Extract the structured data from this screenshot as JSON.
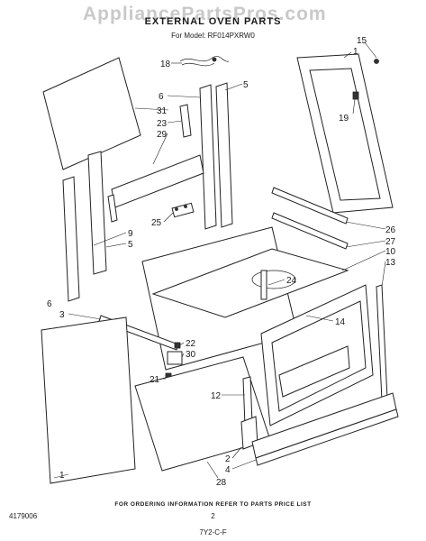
{
  "watermark": "AppliancePartsPros.com",
  "header": {
    "title": "EXTERNAL OVEN PARTS",
    "model": "For Model: RF014PXRW0"
  },
  "footer": {
    "ordering_note": "FOR ORDERING INFORMATION REFER TO PARTS PRICE LIST",
    "page_number": "2",
    "document_number": "4179006",
    "date_code": "7Y2-C-F"
  },
  "callouts": {
    "c1a": "1",
    "c1b": "1",
    "c2": "2",
    "c3": "3",
    "c4": "4",
    "c5a": "5",
    "c5b": "5",
    "c6a": "6",
    "c6b": "6",
    "c9": "9",
    "c10": "10",
    "c12": "12",
    "c13": "13",
    "c14": "14",
    "c15": "15",
    "c18": "18",
    "c19": "19",
    "c21": "21",
    "c22": "22",
    "c23": "23",
    "c24": "24",
    "c25": "25",
    "c26": "26",
    "c27": "27",
    "c28": "28",
    "c29": "29",
    "c30": "30",
    "c31": "31"
  }
}
